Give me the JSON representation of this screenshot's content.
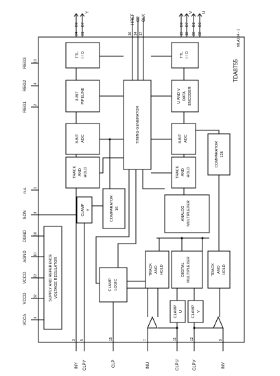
{
  "chip": {
    "name": "TDA8755",
    "code": "MLA214 - 1"
  },
  "blocks": {
    "ttl_y": [
      "TTL",
      "I / O"
    ],
    "pipeline": [
      "8-BIT",
      "PIPELINE"
    ],
    "adc_y": [
      "8-BIT",
      "ADC"
    ],
    "th_y": [
      "TRACK",
      "AND",
      "HOLD"
    ],
    "clamp_y": [
      "CLAMP",
      "Y"
    ],
    "comparator16": [
      "COMPARATOR",
      "16"
    ],
    "timing": "TIMING GENERATOR",
    "ttl_uv": [
      "TTL",
      "I / O"
    ],
    "encoder": [
      "U AND V",
      "DATA",
      "ENCODER"
    ],
    "adc_uv": [
      "8-BIT",
      "ADC"
    ],
    "th_uv": [
      "TRACK",
      "AND",
      "HOLD"
    ],
    "comparator128": [
      "COMPARATOR",
      "128"
    ],
    "analog_mux": [
      "ANALOG",
      "MULTIPLEXER"
    ],
    "th_u": [
      "TRACK",
      "AND",
      "HOLD"
    ],
    "digital_mux": [
      "DIGITAL",
      "MULTIPLEXER"
    ],
    "th_v": [
      "TRACK",
      "AND",
      "HOLD"
    ],
    "clamp_logic": [
      "CLAMP",
      "LOGIC"
    ],
    "clamp_u": [
      "CLAMP",
      "U"
    ],
    "clamp_v": [
      "CLAMP",
      "V"
    ],
    "supply": [
      "SUPPLY AND REFERENCE",
      "VOLTAGE REGULATOR"
    ]
  },
  "top_pins": {
    "y_bus": {
      "label": "Y",
      "d0": "D0",
      "d7": "D7",
      "n0": "24",
      "n7": "31"
    },
    "href": {
      "label": "HREF",
      "num": "16"
    },
    "ce": {
      "label": "CE",
      "num": "14"
    },
    "clk": {
      "label": "CLK",
      "num": "17"
    },
    "v_bus": {
      "label": "V",
      "d0": "D0",
      "d7": "D7",
      "n0": "19",
      "n7": "18"
    },
    "u_bus": {
      "label": "U",
      "d0": "D2",
      "d7": "D3",
      "n0": "20",
      "n7": "22"
    }
  },
  "left_pins": [
    {
      "label": "REG3",
      "num": "13"
    },
    {
      "label": "REG2",
      "num": "4"
    },
    {
      "label": "REG1",
      "num": "2"
    },
    {
      "label": "n.c.",
      "num": "1"
    },
    {
      "label": "SON",
      "num": "8"
    },
    {
      "label": "DGND",
      "num": "18"
    },
    {
      "label": "AGND",
      "num": "10"
    },
    {
      "label": "VCCO",
      "num": "23"
    },
    {
      "label": "VCCD",
      "num": "32"
    },
    {
      "label": "VCCA",
      "num": "6"
    }
  ],
  "bottom_pins": [
    {
      "label": "INY",
      "num": "3"
    },
    {
      "label": "CLPY",
      "num": "5"
    },
    {
      "label": "CLP",
      "num": "15"
    },
    {
      "label": "INU",
      "num": "7"
    },
    {
      "label": "CLPU",
      "num": "11"
    },
    {
      "label": "CLPV",
      "num": "12"
    },
    {
      "label": "INV",
      "num": "9"
    }
  ]
}
